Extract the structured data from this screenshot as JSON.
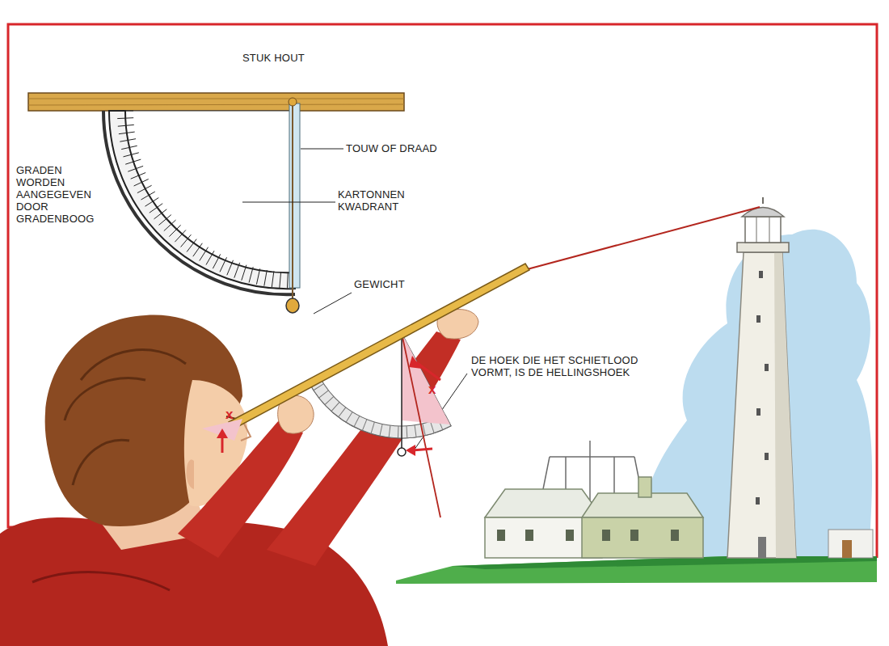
{
  "diagram": {
    "labels": [
      "STUK HOUT",
      "TOUW OF DRAAD",
      "GRADEN WORDEN AANGEGEVEN DOOR GRADENBOOG",
      "KARTONNEN KWADRANT",
      "GEWICHT",
      "DE HOEK DIE HET SCHIETLOOD VORMT, IS DE HELLINGSHOEK",
      "x",
      "x"
    ]
  }
}
